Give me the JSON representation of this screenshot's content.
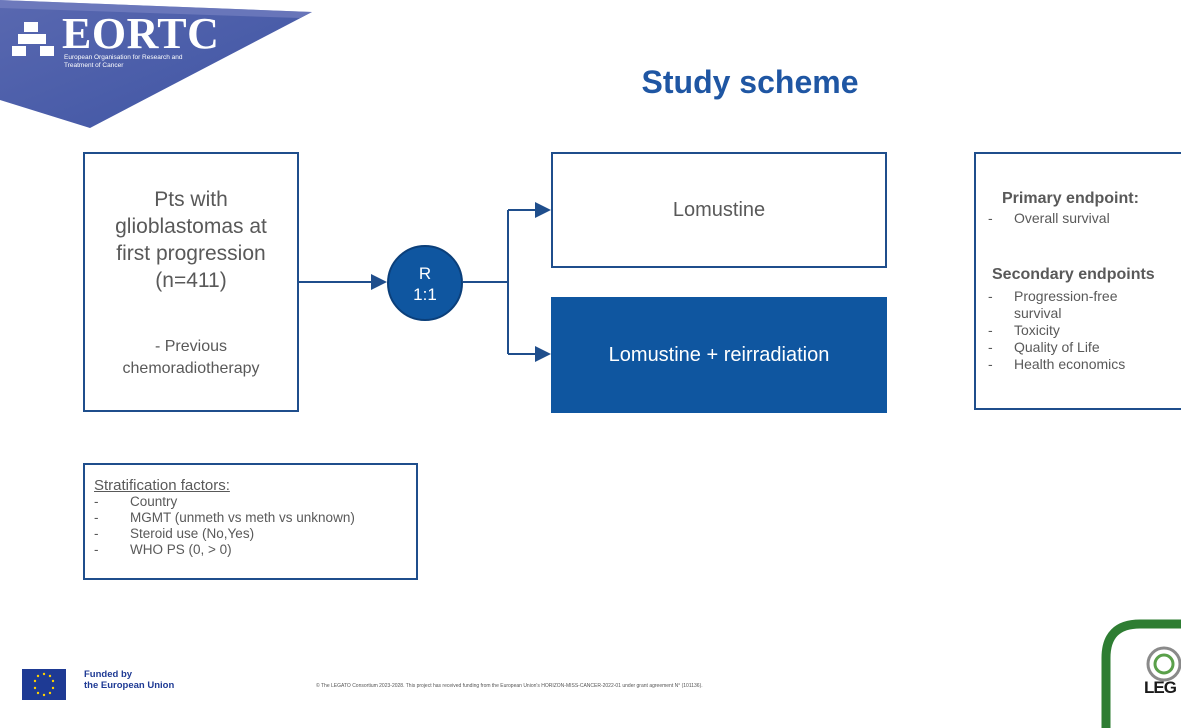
{
  "header": {
    "org_name": "EORTC",
    "org_subtitle": "European Organisation for Research and Treatment of Cancer",
    "title": "Study scheme"
  },
  "population": {
    "lines": [
      "Pts with",
      "glioblastomas at",
      "first progression",
      "(n=411)"
    ],
    "criterion": "- Previous chemoradiotherapy"
  },
  "randomization": {
    "label": "R",
    "ratio": "1:1"
  },
  "arms": [
    {
      "label": "Lomustine"
    },
    {
      "label": "Lomustine + reirradiation"
    }
  ],
  "endpoints": {
    "primary_title": "Primary endpoint:",
    "primary_items": [
      "Overall survival"
    ],
    "secondary_title": "Secondary endpoints",
    "secondary_items": [
      "Progression-free survival",
      "Toxicity",
      "Quality of Life",
      "Health economics"
    ]
  },
  "stratification": {
    "title": "Stratification factors:",
    "items": [
      "Country",
      "MGMT (unmeth vs meth vs unknown)",
      "Steroid use (No,Yes)",
      "WHO PS (0, > 0)"
    ]
  },
  "footer": {
    "funded_line1": "Funded by",
    "funded_line2": "the European Union",
    "copyright": "© The LEGATO Consortium 2023-2028. This project has received funding from the European Union's HORIZON-MISS-CANCER-2022-01 under grant agreement N° (101136).",
    "partner_logo_text": "LEG"
  },
  "colors": {
    "brand_blue": "#0f56a0",
    "title_blue": "#1f56a3",
    "banner_blue": "#4d5fa8",
    "legato_green": "#2e7d32"
  }
}
